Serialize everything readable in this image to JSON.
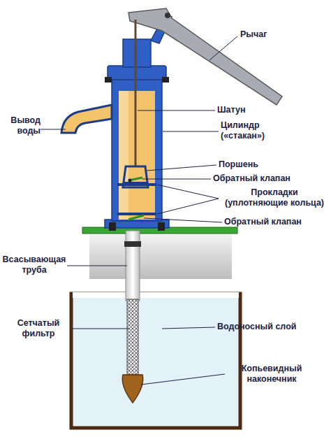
{
  "diagram": {
    "labels": [
      "Рычаг",
      "Вывод воды",
      "Шатун",
      "Цилиндр («стакан»)",
      "Поршень",
      "Обратный клапан",
      "Прокладки (уплотняющие кольца)",
      "Обратный клапан",
      "Всасывающая труба",
      "Сетчатый фильтр",
      "Водоносный слой",
      "Копьевидный наконечник"
    ]
  }
}
